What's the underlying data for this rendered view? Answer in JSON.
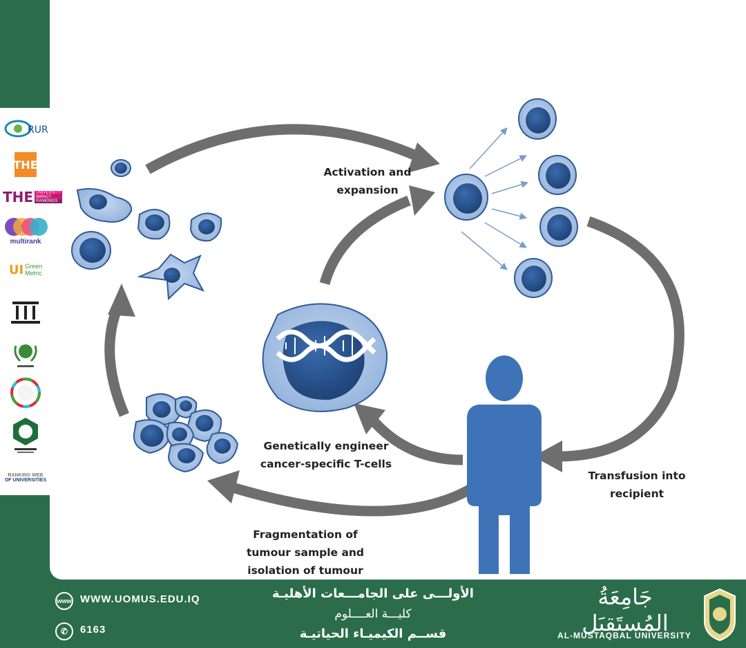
{
  "diagram": {
    "labels": {
      "activation": "Activation and\nexpansion",
      "engineer": "Genetically engineer\ncancer-specific T-cells",
      "transfusion": "Transfusion into\nrecipient",
      "fragmentation": "Fragmentation of\ntumour sample and\nisolation of tumour"
    }
  },
  "sidebar": {
    "logos": [
      {
        "name": "rur-logo",
        "text": "RUR"
      },
      {
        "name": "the-logo",
        "text": "THE"
      },
      {
        "name": "the-impact-logo",
        "text": "THE",
        "sub": [
          "UNIVERSITY",
          "IMPACT",
          "RANKINGS"
        ]
      },
      {
        "name": "multirank-logo",
        "text": "multirank"
      },
      {
        "name": "greenmetric-logo",
        "text": "UI",
        "sub": [
          "Green",
          "Metric"
        ]
      },
      {
        "name": "institution-logo",
        "text": ""
      },
      {
        "name": "arab-universities-logo",
        "text": ""
      },
      {
        "name": "sdg-logo",
        "text": ""
      },
      {
        "name": "arab-engineers-logo",
        "text": ""
      },
      {
        "name": "webometrics-logo",
        "text": "RANKING WEB",
        "sub": [
          "OF UNIVERSITIES"
        ]
      }
    ]
  },
  "footer": {
    "website": "WWW.UOMUS.EDU.IQ",
    "phone": "6163",
    "www_icon_text": "www",
    "arabic_line1": "الأولـــى على الجامـــعات الأهليـة",
    "arabic_line2": "كليـــة العــــلوم",
    "arabic_line3": "قســم الكيميـاء الحياتيـة",
    "university_arabic": "جَامِعَةُ المُستَقبَل",
    "university_name": "AL-MUSTAQBAL UNIVERSITY"
  },
  "colors": {
    "brand_green": "#2b6d4a",
    "cell_fill": "#a8c4e6",
    "nucleus_fill": "#2f5b96",
    "arrow_gray": "#6e6e6e",
    "person_blue": "#3f73b8"
  }
}
